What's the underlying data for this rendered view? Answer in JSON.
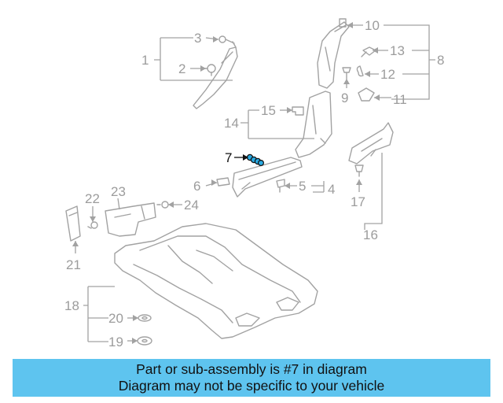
{
  "colors": {
    "banner_bg": "#5ec4ef",
    "part_line": "#a2a2a2",
    "highlight": "#29a9e1",
    "label": "#9c9c9c"
  },
  "callouts": [
    "1",
    "2",
    "3",
    "4",
    "5",
    "6",
    "7",
    "8",
    "9",
    "10",
    "11",
    "12",
    "13",
    "14",
    "15",
    "16",
    "17",
    "18",
    "19",
    "20",
    "21",
    "22",
    "23",
    "24"
  ],
  "highlighted_callout": "7",
  "banner": {
    "line1": "Part or sub-assembly is #7 in diagram",
    "line2": "Diagram may not be specific to your vehicle"
  }
}
